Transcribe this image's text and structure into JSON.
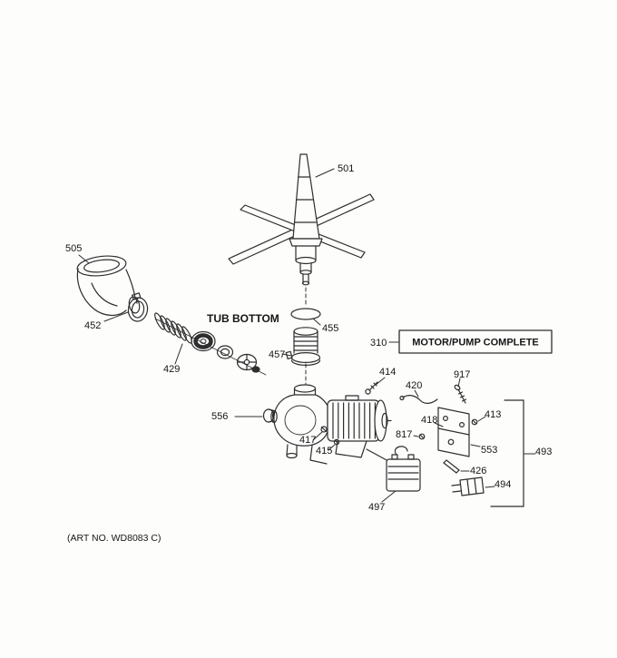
{
  "diagram": {
    "callouts": {
      "501": "501",
      "505": "505",
      "452": "452",
      "429": "429",
      "556": "556",
      "455": "455",
      "457": "457",
      "310": "310",
      "414": "414",
      "420": "420",
      "917": "917",
      "413": "413",
      "418": "418",
      "817": "817",
      "553": "553",
      "426": "426",
      "494": "494",
      "493": "493",
      "497": "497",
      "417": "417",
      "415": "415"
    },
    "labels": {
      "tub_bottom": "TUB BOTTOM",
      "motor_pump_complete": "MOTOR/PUMP COMPLETE",
      "art_no": "(ART NO. WD8083 C)"
    },
    "colors": {
      "line": "#2e2e2e",
      "text": "#161616",
      "background": "#fdfdfc"
    }
  }
}
